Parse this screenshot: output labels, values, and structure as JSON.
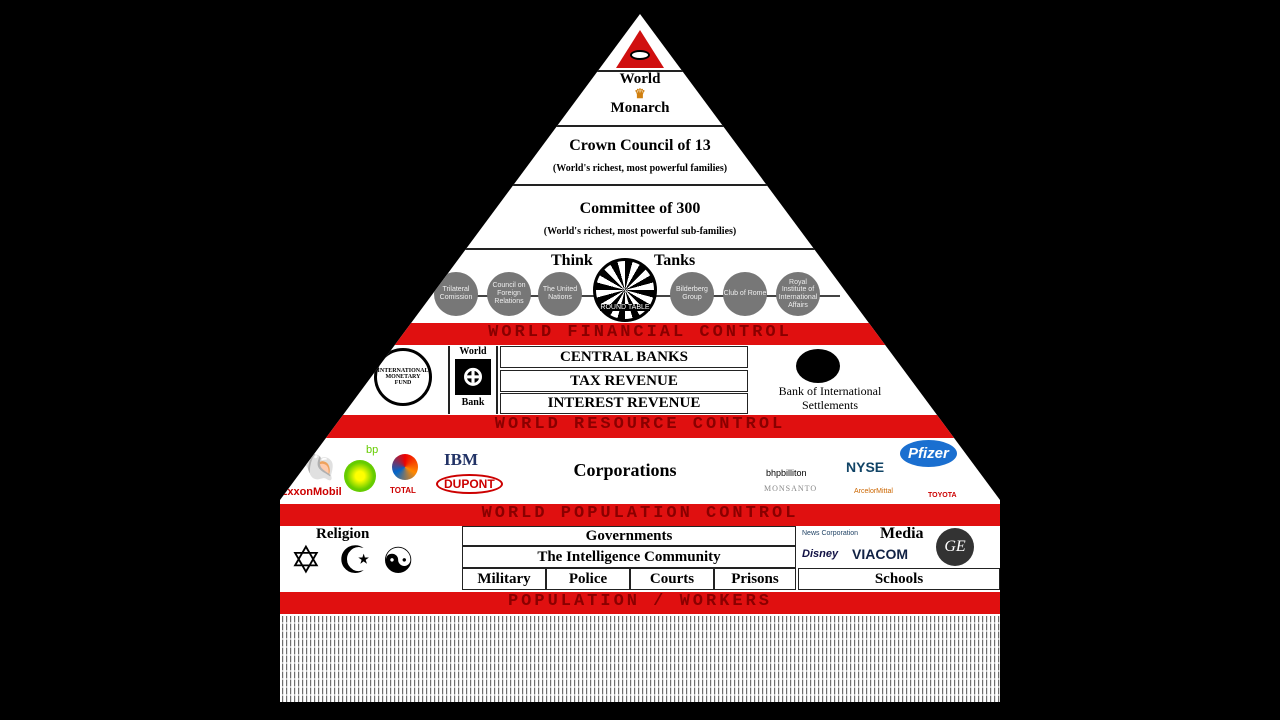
{
  "apex": {
    "line1": "World",
    "line2": "Monarch"
  },
  "crown": {
    "title": "Crown Council of 13",
    "subtitle": "(World's richest, most powerful families)"
  },
  "committee": {
    "title": "Committee of 300",
    "subtitle": "(World's richest, most powerful sub-families)"
  },
  "think_tanks": {
    "left_label": "Think",
    "right_label": "Tanks",
    "center": "ROUND TABLE",
    "items": [
      "Trilateral Comission",
      "Council on Foreign Relations",
      "The United Nations",
      "Bilderberg Group",
      "Club of Rome",
      "Royal Institute of International Affairs"
    ]
  },
  "bands": {
    "financial": "WORLD FINANCIAL CONTROL",
    "resource": "WORLD RESOURCE CONTROL",
    "population": "WORLD POPULATION CONTROL",
    "workers": "POPULATION / WORKERS"
  },
  "finance": {
    "imf": "INTERNATIONAL MONETARY FUND",
    "world_bank_top": "World",
    "world_bank_bottom": "Bank",
    "rows": [
      "CENTRAL BANKS",
      "TAX REVENUE",
      "INTEREST REVENUE"
    ],
    "bis": "Bank of International Settlements"
  },
  "corporations": {
    "label": "Corporations",
    "logos": [
      "ExxonMobil",
      "bp",
      "TOTAL",
      "IBM",
      "DUPONT",
      "bhpbilliton",
      "NYSE",
      "Pfizer",
      "MONSANTO",
      "ArcelorMittal",
      "TOYOTA"
    ]
  },
  "control": {
    "religion": "Religion",
    "governments": "Governments",
    "intelligence": "The Intelligence Community",
    "branches": [
      "Military",
      "Police",
      "Courts",
      "Prisons"
    ],
    "media": "Media",
    "news_corp": "News Corporation",
    "disney": "Disney",
    "viacom": "VIACOM",
    "schools": "Schools"
  }
}
